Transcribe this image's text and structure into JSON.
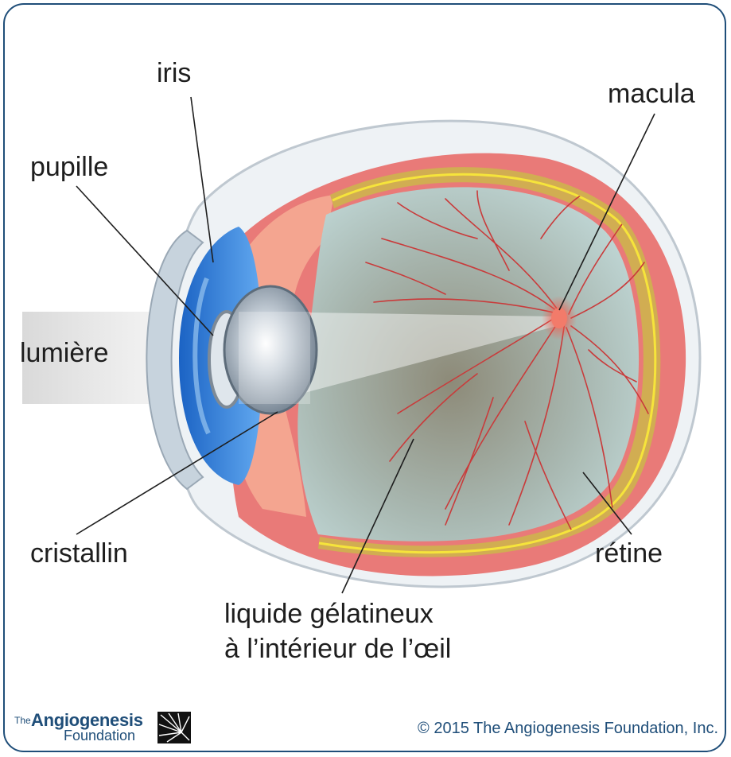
{
  "labels": {
    "iris": "iris",
    "pupille": "pupille",
    "lumiere": "lumière",
    "cristallin": "cristallin",
    "macula": "macula",
    "retine": "rétine",
    "liquide_line1": "liquide gélatineux",
    "liquide_line2": "à l’intérieur de l’œil"
  },
  "footer": {
    "logo_the": "The",
    "logo_name": "Angiogenesis",
    "logo_sub": "Foundation",
    "copyright": "© 2015 The Angiogenesis Foundation, Inc."
  },
  "colors": {
    "frame": "#1f4e79",
    "sclera": "#e9eef2",
    "choroid": "#e86a6a",
    "retina_band": "#c9a64a",
    "retina_line": "#f6e43b",
    "iris": "#2f7fd6",
    "vitreous": "#a9c6c6",
    "macula": "#f07a6a",
    "vessels": "#c93b3b",
    "leader_lines": "#1e1e1e"
  },
  "icons": {
    "logo_mark": "starburst-icon"
  }
}
